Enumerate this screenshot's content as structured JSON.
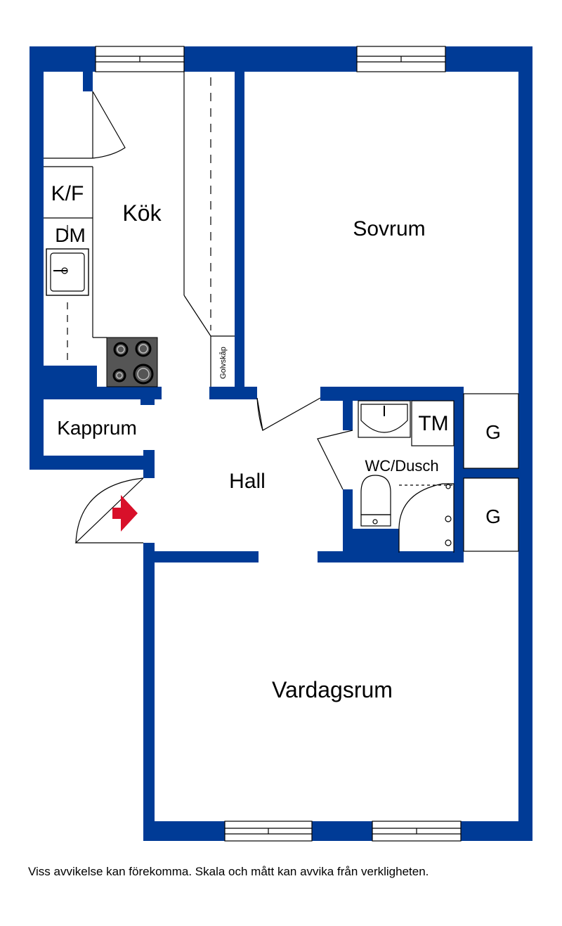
{
  "rooms": {
    "kitchen": "Kök",
    "bedroom": "Sovrum",
    "fridge_freezer": "K/F",
    "dishwasher": "DM",
    "floor_cabinet": "Golvskåp",
    "cloakroom": "Kapprum",
    "hall": "Hall",
    "linen_cabinet": "TM",
    "closet_1": "G",
    "closet_2": "G",
    "bathroom": "WC/Dusch",
    "living_room": "Vardagsrum"
  },
  "disclaimer": "Viss avvikelse kan förekomma. Skala och mått kan avvika från verkligheten.",
  "colors": {
    "wall": "#003b96",
    "entrance_arrow": "#d8102a",
    "stove": "#555555"
  }
}
